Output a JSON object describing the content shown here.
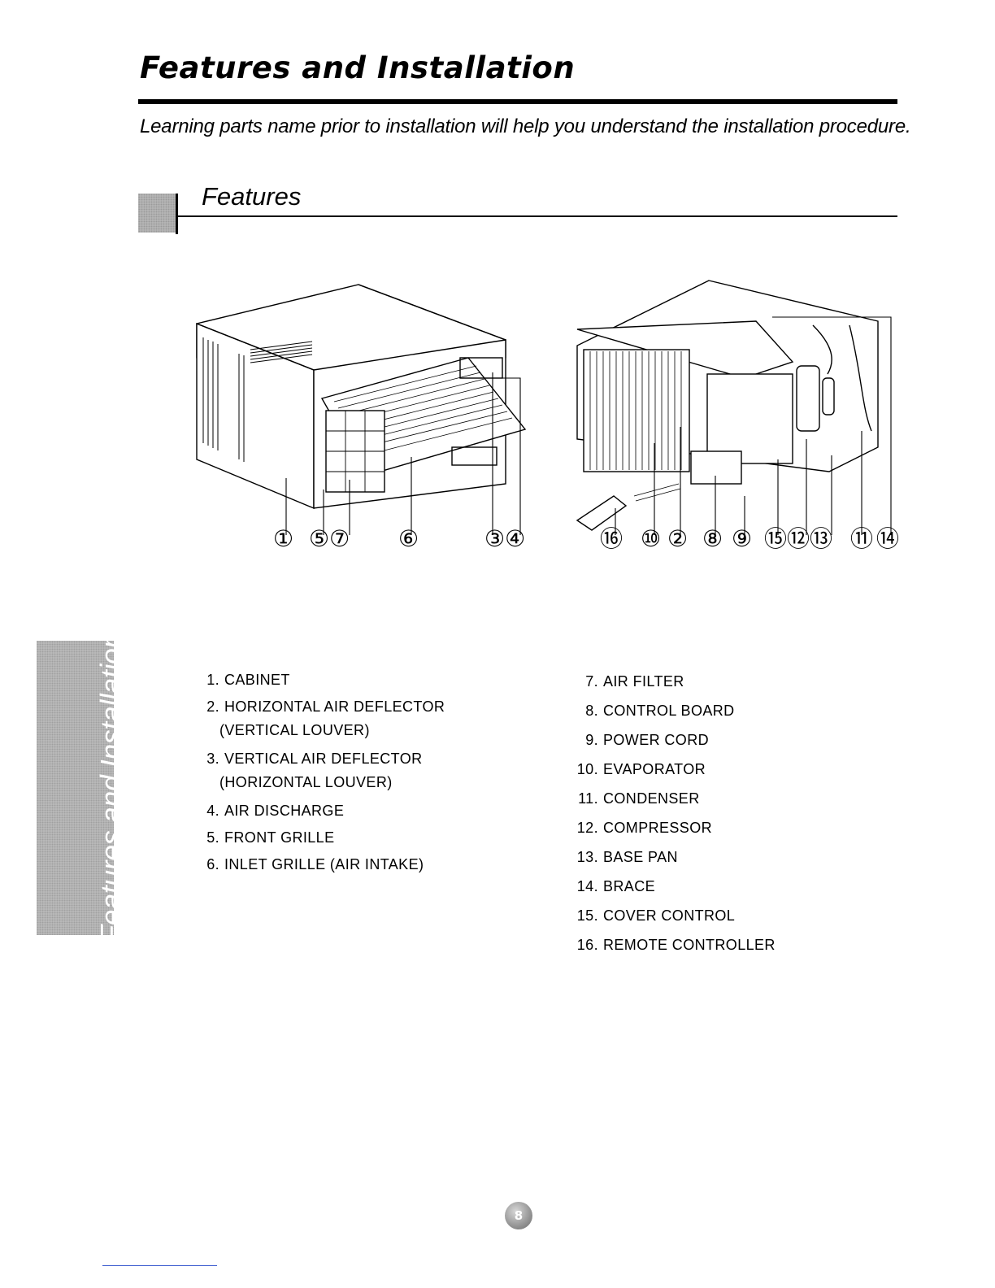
{
  "header": {
    "title": "Features and Installation",
    "subtitle": "Learning parts name prior to installation will help you understand the installation procedure."
  },
  "section": {
    "title": "Features"
  },
  "figures": {
    "front_callouts": [
      "①",
      "⑤⑦",
      "⑥",
      "③④"
    ],
    "inside_callouts": [
      "⑯",
      "⑩",
      "②",
      "⑧",
      "⑨",
      "⑮⑫⑬",
      "⑪",
      "⑭"
    ]
  },
  "side_tab": {
    "label": "Features and Installation"
  },
  "parts_left": [
    {
      "num": "1.",
      "name": "CABINET",
      "sub": ""
    },
    {
      "num": "2.",
      "name": "HORIZONTAL AIR DEFLECTOR",
      "sub": "(VERTICAL LOUVER)"
    },
    {
      "num": "3.",
      "name": "VERTICAL AIR DEFLECTOR",
      "sub": "(HORIZONTAL LOUVER)"
    },
    {
      "num": "4.",
      "name": "AIR DISCHARGE",
      "sub": ""
    },
    {
      "num": "5.",
      "name": "FRONT GRILLE",
      "sub": ""
    },
    {
      "num": "6.",
      "name": "INLET GRILLE (AIR INTAKE)",
      "sub": ""
    }
  ],
  "parts_right": [
    {
      "num": "7.",
      "name": "AIR FILTER"
    },
    {
      "num": "8.",
      "name": "CONTROL BOARD"
    },
    {
      "num": "9.",
      "name": "POWER CORD"
    },
    {
      "num": "10.",
      "name": "EVAPORATOR"
    },
    {
      "num": "11.",
      "name": "CONDENSER"
    },
    {
      "num": "12.",
      "name": "COMPRESSOR"
    },
    {
      "num": "13.",
      "name": "BASE PAN"
    },
    {
      "num": "14.",
      "name": "BRACE"
    },
    {
      "num": "15.",
      "name": "COVER CONTROL"
    },
    {
      "num": "16.",
      "name": "REMOTE CONTROLLER"
    }
  ],
  "footer": {
    "page_number": "8"
  }
}
